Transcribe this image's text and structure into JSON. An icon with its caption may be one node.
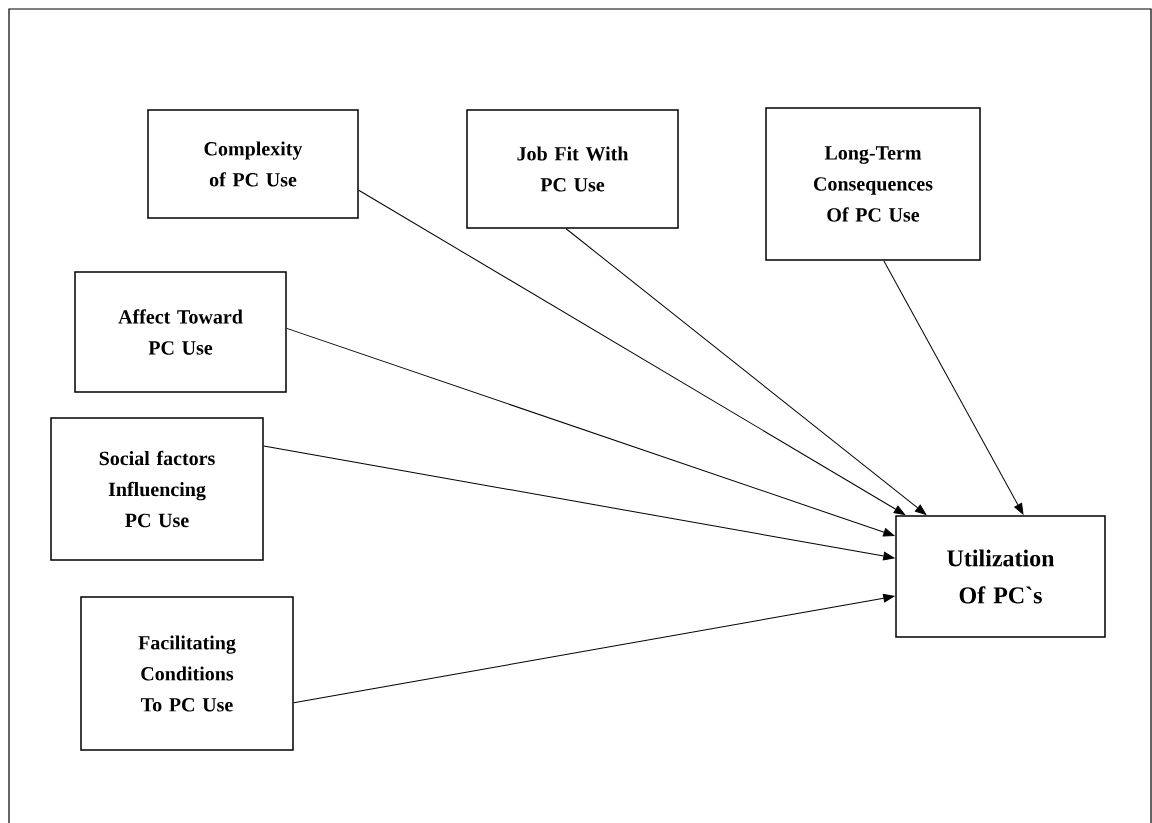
{
  "diagram": {
    "nodes": [
      {
        "text": [
          "Complexity of PC Use"
        ]
      },
      {
        "text": [
          "Job Fit With PC Use"
        ]
      },
      {
        "text": [
          "Long-Term Consequences Of PC Use"
        ]
      },
      {
        "text": [
          "Affect Toward PC Use"
        ]
      },
      {
        "text": [
          "Social factors Influencing PC Use"
        ]
      },
      {
        "text": [
          "Facilitating Conditions To PC Use"
        ]
      },
      {
        "text": [
          "Utilization Of PC`s"
        ]
      }
    ],
    "edges": [
      {
        "from": 0,
        "to": 6,
        "arrow": "to"
      },
      {
        "from": 1,
        "to": 6,
        "arrow": "to"
      },
      {
        "from": 2,
        "to": 6,
        "arrow": "to"
      },
      {
        "from": 3,
        "to": 6,
        "arrow": "to"
      },
      {
        "from": 4,
        "to": 6,
        "arrow": "to"
      },
      {
        "from": 5,
        "to": 6,
        "arrow": "to"
      }
    ]
  }
}
